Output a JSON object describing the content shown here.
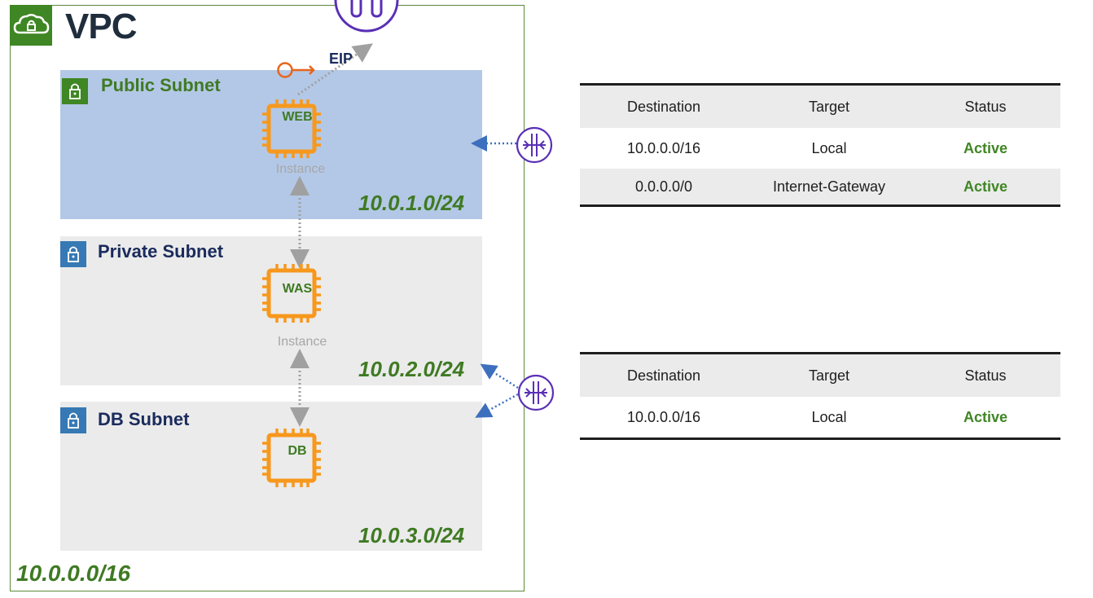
{
  "vpc": {
    "title": "VPC",
    "cidr": "10.0.0.0/16",
    "icon": "vpc-cloud-lock-icon"
  },
  "subnets": [
    {
      "label": "Public Subnet",
      "cidr": "10.0.1.0/24",
      "icon": "lock-icon",
      "instance_name": "WEB",
      "instance_caption": "Instance"
    },
    {
      "label": "Private Subnet",
      "cidr": "10.0.2.0/24",
      "icon": "lock-icon",
      "instance_name": "WAS",
      "instance_caption": "Instance"
    },
    {
      "label": "DB Subnet",
      "cidr": "10.0.3.0/24",
      "icon": "lock-icon",
      "instance_name": "DB"
    }
  ],
  "eip": {
    "label": "EIP",
    "icon": "elastic-ip-key-icon"
  },
  "gateway": {
    "icon": "internet-gateway-icon"
  },
  "routers": [
    {
      "icon": "router-icon"
    },
    {
      "icon": "router-icon"
    }
  ],
  "route_tables": [
    {
      "headers": [
        "Destination",
        "Target",
        "Status"
      ],
      "rows": [
        [
          "10.0.0.0/16",
          "Local",
          "Active"
        ],
        [
          "0.0.0.0/0",
          "Internet-Gateway",
          "Active"
        ]
      ]
    },
    {
      "headers": [
        "Destination",
        "Target",
        "Status"
      ],
      "rows": [
        [
          "10.0.0.0/16",
          "Local",
          "Active"
        ]
      ]
    }
  ],
  "colors": {
    "aws_green": "#3f8624",
    "subnet_blue": "#3679b4",
    "public_fill": "#b3c8e6",
    "private_fill": "#ebebeb",
    "chip_orange": "#f7981d",
    "router_purple": "#5a2fb6",
    "connector_gray": "#a0a0a0",
    "connector_blue": "#3d6fbf"
  }
}
